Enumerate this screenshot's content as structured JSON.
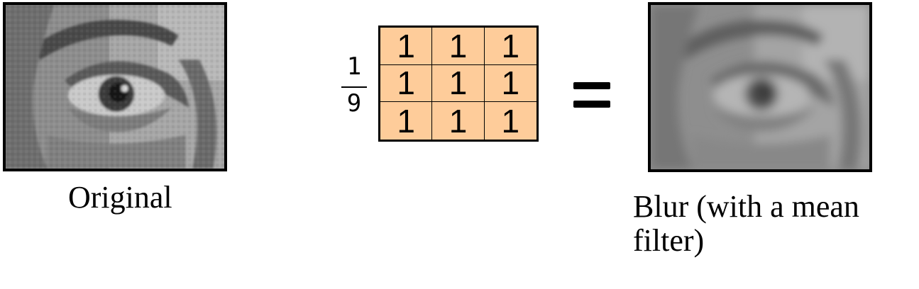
{
  "original_caption": "Original",
  "blur_caption": "Blur (with a mean filter)",
  "kernel": {
    "scale_numerator": "1",
    "scale_denominator": "9",
    "cells": [
      "1",
      "1",
      "1",
      "1",
      "1",
      "1",
      "1",
      "1",
      "1"
    ],
    "fill_color": "#fecc9a"
  },
  "operator_icon": "equals-icon"
}
